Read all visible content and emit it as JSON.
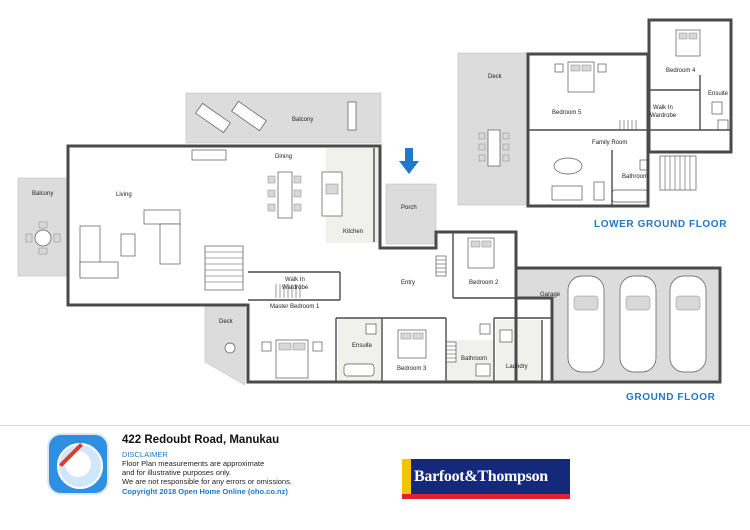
{
  "floors": {
    "lower_ground": "LOWER GROUND FLOOR",
    "ground": "GROUND FLOOR"
  },
  "rooms": {
    "balcony_left": "Balcony",
    "balcony_top": "Balcony",
    "living": "Living",
    "dining": "Dining",
    "kitchen": "Kitchen",
    "porch": "Porch",
    "entry": "Entry",
    "walk_in_wardrobe": "Walk In",
    "walk_in_wardrobe_2": "Wardrobe",
    "master_bedroom": "Master Bedroom 1",
    "ensuite": "Ensuite",
    "deck": "Deck",
    "bedroom_2": "Bedroom 2",
    "bedroom_3": "Bedroom 3",
    "bathroom": "Bathroom",
    "laundry": "Laundry",
    "garage": "Garage",
    "lg_deck": "Deck",
    "bedroom_5": "Bedroom 5",
    "bedroom_4": "Bedroom 4",
    "lg_walk_in": "Walk In",
    "lg_wardrobe": "Wardrobe",
    "lg_ensuite": "Ensuite",
    "family_room": "Family Room",
    "lg_bathroom": "Bathroom"
  },
  "footer": {
    "address": "422 Redoubt Road, Manukau",
    "disclaimer_title": "DISCLAIMER",
    "disclaimer_lines": [
      "Floor Plan measurements are approximate",
      "and for illustrative purposes only.",
      "We are not responsible for any errors or omissions."
    ],
    "copyright": "Copyright  2018  Open Home Online (oho.co.nz)",
    "brand": "Barfoot&Thompson"
  },
  "colors": {
    "accent": "#1f78c8",
    "wall": "#4a4a4a",
    "outdoor": "#dcdcdc",
    "brand_navy": "#15297a",
    "brand_red": "#e4202a"
  },
  "icons": [
    "down-arrow-icon",
    "app-compass-icon"
  ]
}
